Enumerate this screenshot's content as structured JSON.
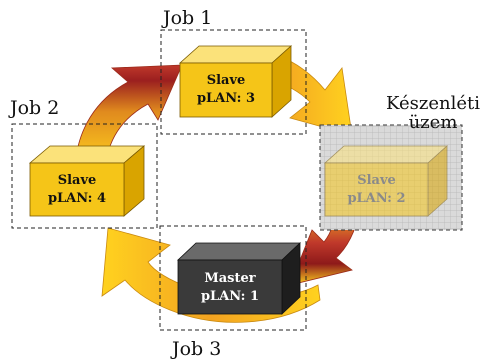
{
  "labels": {
    "job1": "Job 1",
    "job2": "Job 2",
    "job3": "Job 3",
    "standby_line1": "Készenléti",
    "standby_line2": "üzem"
  },
  "boxes": {
    "top": {
      "line1": "Slave",
      "line2": "pLAN: 3"
    },
    "left": {
      "line1": "Slave",
      "line2": "pLAN: 4"
    },
    "right": {
      "line1": "Slave",
      "line2": "pLAN: 2"
    },
    "bottom": {
      "line1": "Master",
      "line2": "pLAN: 1"
    }
  },
  "colors": {
    "slave_front": "#F5C518",
    "slave_top": "#FBE27A",
    "slave_side": "#D9A400",
    "master_front": "#3A3A3A",
    "master_top": "#6A6A6A",
    "master_side": "#1E1E1E",
    "arrow_light": "#FFD21F",
    "arrow_mid": "#F0A020",
    "arrow_dark": "#8E1A1A",
    "standby_fill": "#D8D8D8"
  }
}
